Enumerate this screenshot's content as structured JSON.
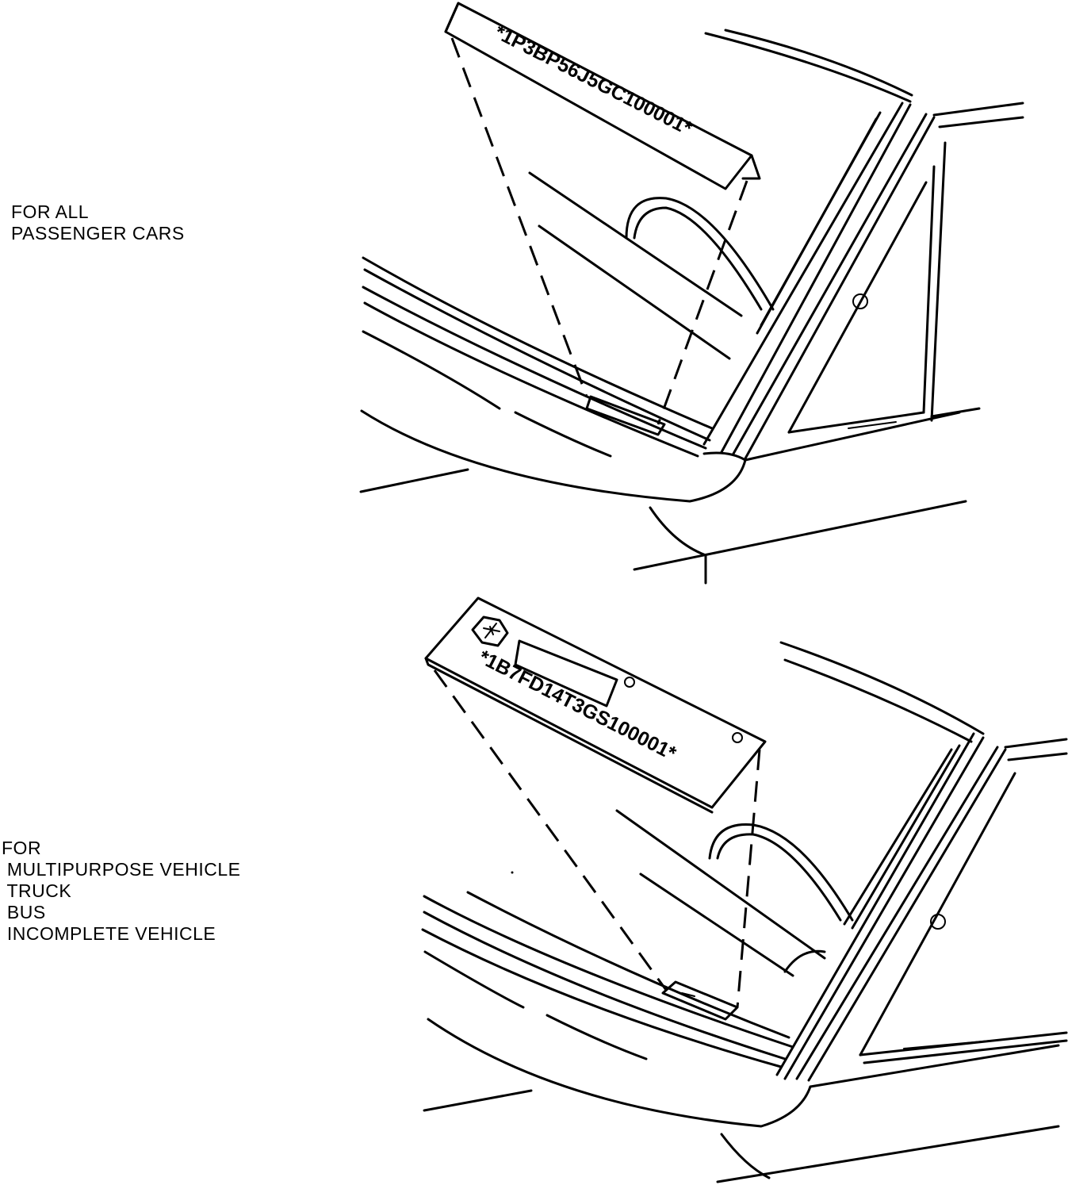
{
  "captions": {
    "top": [
      "FOR ALL",
      "PASSENGER CARS"
    ],
    "bottom": [
      "FOR",
      " MULTIPURPOSE VEHICLE",
      " TRUCK",
      " BUS",
      " INCOMPLETE VEHICLE"
    ]
  },
  "vin_plates": {
    "top": "*1P3BP56J5GC100001*",
    "bottom": "*1B7FD14T3GS100001*"
  },
  "icons": {
    "logo": "pentastar-logo-icon"
  }
}
